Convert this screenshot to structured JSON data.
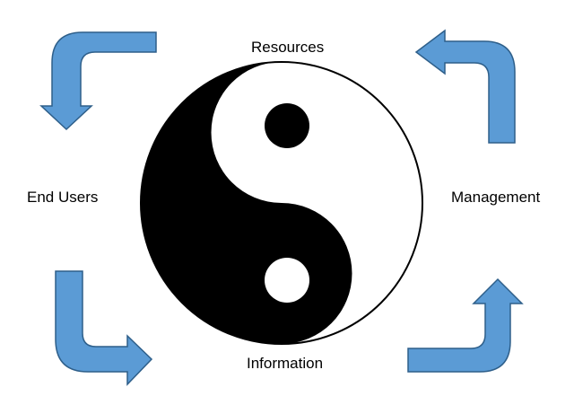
{
  "labels": {
    "top": "Resources",
    "left": "End Users",
    "right": "Management",
    "bottom": "Information"
  },
  "colors": {
    "arrow_fill": "#5b9bd5",
    "arrow_stroke": "#2e5f8a",
    "yin": "#000000",
    "yang": "#ffffff"
  },
  "icons": {
    "center": "yin-yang-symbol",
    "arrows": "curved-arrow"
  }
}
